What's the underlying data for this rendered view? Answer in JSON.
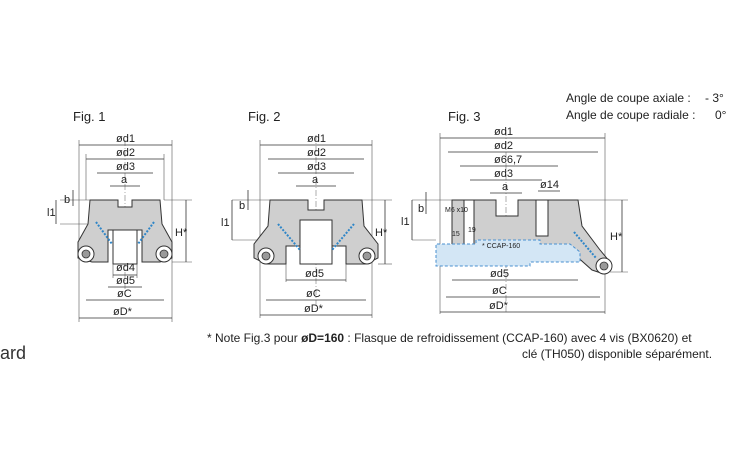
{
  "figures": {
    "fig1": {
      "title": "Fig. 1",
      "labels": {
        "d1": "ød1",
        "d2": "ød2",
        "d3": "ød3",
        "a": "a",
        "b": "b",
        "l1": "l1",
        "h": "H*",
        "d4": "ød4",
        "d5": "ød5",
        "c": "øC",
        "d": "øD*"
      }
    },
    "fig2": {
      "title": "Fig. 2",
      "labels": {
        "d1": "ød1",
        "d2": "ød2",
        "d3": "ød3",
        "a": "a",
        "b": "b",
        "l1": "l1",
        "h": "H*",
        "d5": "ød5",
        "c": "øC",
        "d": "øD*"
      }
    },
    "fig3": {
      "title": "Fig. 3",
      "labels": {
        "d1": "ød1",
        "d2": "ød2",
        "d667": "ø66,7",
        "d3": "ød3",
        "a": "a",
        "d14": "ø14",
        "b": "b",
        "l1": "l1",
        "h": "H*",
        "m6": "M6 x10",
        "v15": "15",
        "v19": "19",
        "ccap": "* CCAP-160",
        "d5": "ød5",
        "c": "øC",
        "d": "øD*"
      }
    }
  },
  "angles": {
    "axial_label": "Angle de coupe axiale :",
    "axial_value": "- 3°",
    "radial_label": "Angle de coupe radiale :",
    "radial_value": "0°"
  },
  "note": {
    "prefix": "* Note Fig.3 pour ",
    "bold": "øD=160",
    "rest": " : Flasque de refroidissement (CCAP-160) avec 4 vis (BX0620) et",
    "line2": "clé (TH050) disponible séparément."
  },
  "left_fragment": "ard"
}
